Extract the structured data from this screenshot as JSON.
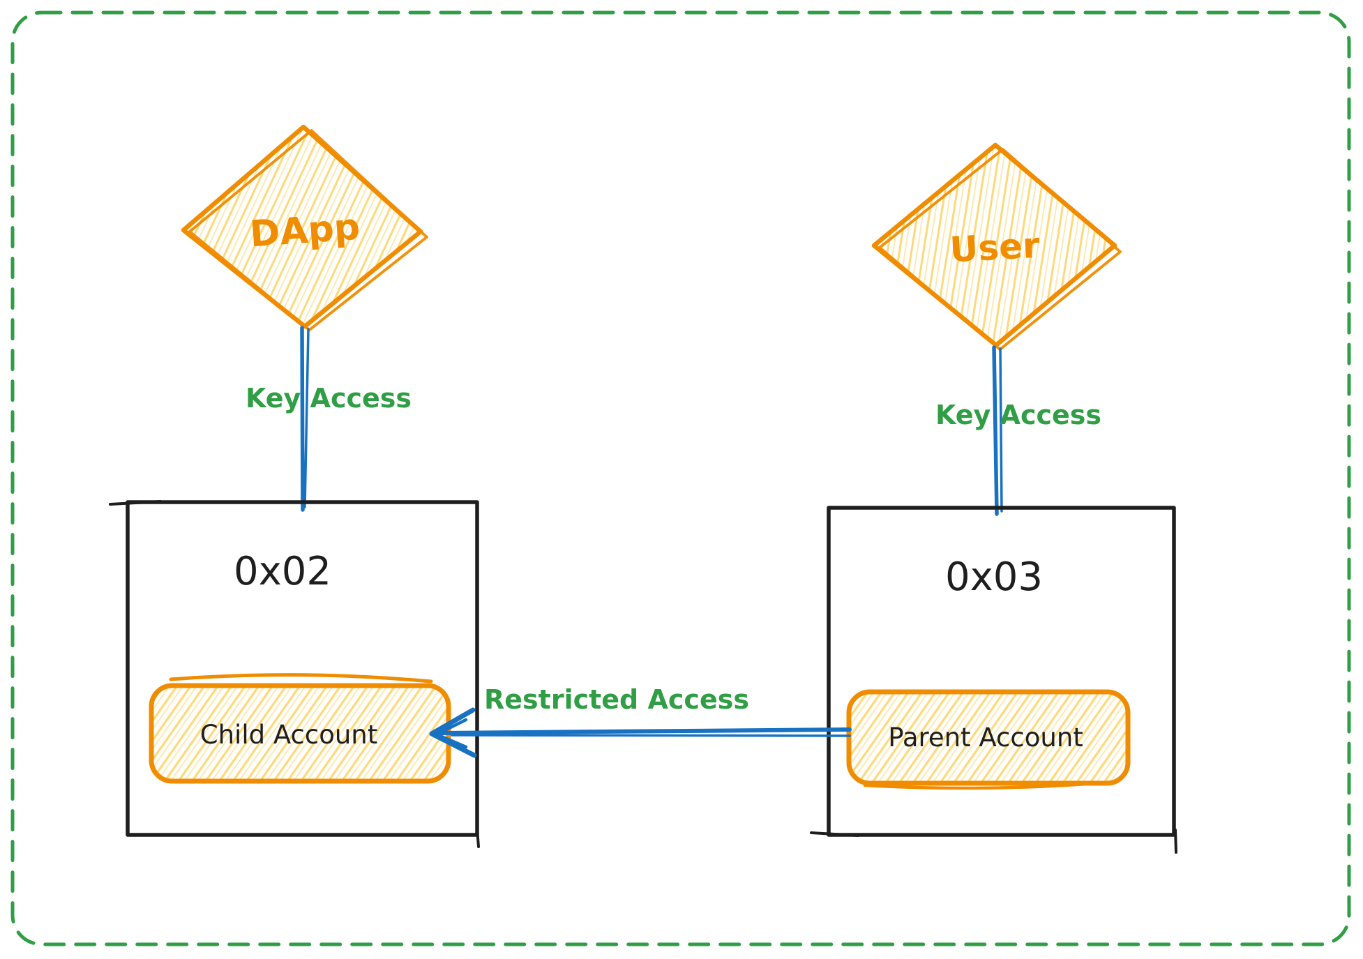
{
  "diagram": {
    "style": "hand-drawn whiteboard sketch",
    "colors": {
      "border_green": "#2F9E44",
      "label_green": "#2F9E44",
      "shape_orange": "#F08C00",
      "hachure_yellow": "#FFD978",
      "connector_blue": "#1971C2",
      "ink_black": "#1E1E1E",
      "background": "#FFFFFF"
    }
  },
  "nodes": {
    "dapp": {
      "label": "DApp",
      "shape": "diamond"
    },
    "user": {
      "label": "User",
      "shape": "diamond"
    },
    "account_0x02": {
      "label": "0x02",
      "shape": "rectangle"
    },
    "account_0x03": {
      "label": "0x03",
      "shape": "rectangle"
    },
    "child_account": {
      "label": "Child Account",
      "shape": "rounded-rectangle"
    },
    "parent_account": {
      "label": "Parent Account",
      "shape": "rounded-rectangle"
    }
  },
  "edges": {
    "dapp_to_0x02": {
      "label": "Key Access",
      "from": "dapp",
      "to": "account_0x02"
    },
    "user_to_0x03": {
      "label": "Key Access",
      "from": "user",
      "to": "account_0x03"
    },
    "parent_to_child": {
      "label": "Restricted Access",
      "from": "parent_account",
      "to": "child_account"
    }
  }
}
